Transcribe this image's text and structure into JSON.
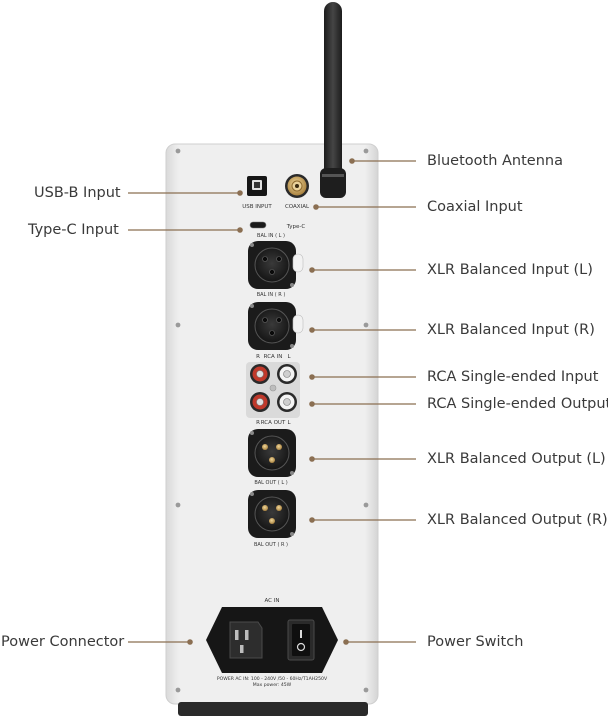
{
  "panel_text": {
    "usb_input": "USB INPUT",
    "coaxial": "COAXIAL",
    "type_c": "Type-C",
    "bal_in_l": "BAL IN ( L )",
    "bal_in_r": "BAL IN ( R )",
    "rca_in_r": "R",
    "rca_in": "RCA IN",
    "rca_in_l": "L",
    "rca_out_r": "R",
    "rca_out": "RCA OUT",
    "rca_out_l": "L",
    "bal_out_l": "BAL OUT ( L )",
    "bal_out_r": "BAL OUT ( R )",
    "ac_in": "AC IN",
    "power_rating": "POWER AC IN: 100 - 240V /50 - 60Hz/T1AH250V",
    "max_power": "Max power: 45W"
  },
  "callouts": {
    "bluetooth_antenna": "Bluetooth Antenna",
    "usb_b_input": "USB-B Input",
    "coaxial_input": "Coaxial Input",
    "type_c_input": "Type-C Input",
    "xlr_balanced_input_l": "XLR Balanced Input (L)",
    "xlr_balanced_input_r": "XLR Balanced Input (R)",
    "rca_single_ended_input": "RCA Single-ended Input",
    "rca_single_ended_output": "RCA Single-ended Output",
    "xlr_balanced_output_l": "XLR Balanced Output (L)",
    "xlr_balanced_output_r": "XLR Balanced Output (R)",
    "power_connector": "Power Connector",
    "power_switch": "Power Switch"
  },
  "colors": {
    "chassis": "#ececec",
    "leader": "#8b6f52",
    "antenna": "#2b2b2b",
    "gold": "#c9a25a",
    "rca_red": "#c0392b",
    "text": "#3a3a3a"
  }
}
